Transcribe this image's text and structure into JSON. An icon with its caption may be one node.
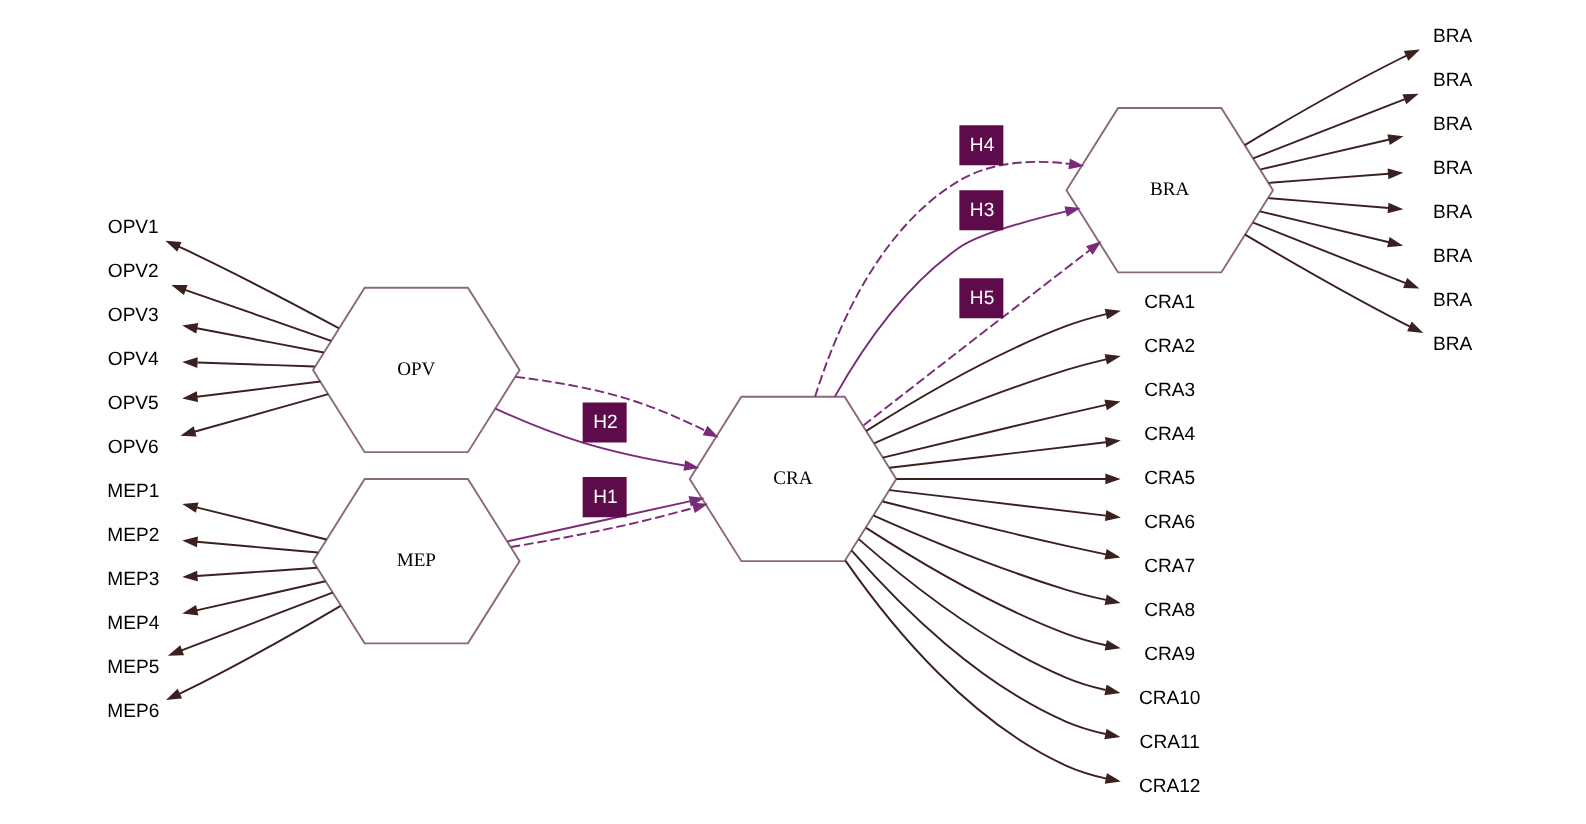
{
  "diagram": {
    "nodes": [
      {
        "text": [
          "MEP"
        ]
      },
      {
        "text": [
          "OPV"
        ]
      },
      {
        "text": [
          "CRA"
        ]
      },
      {
        "text": [
          "BRA"
        ]
      },
      {
        "text": [
          "MEP1"
        ]
      },
      {
        "text": [
          "MEP2"
        ]
      },
      {
        "text": [
          "MEP3"
        ]
      },
      {
        "text": [
          "MEP4"
        ]
      },
      {
        "text": [
          "MEP5"
        ]
      },
      {
        "text": [
          "MEP6"
        ]
      },
      {
        "text": [
          "OPV1"
        ]
      },
      {
        "text": [
          "OPV2"
        ]
      },
      {
        "text": [
          "OPV3"
        ]
      },
      {
        "text": [
          "OPV4"
        ]
      },
      {
        "text": [
          "OPV5"
        ]
      },
      {
        "text": [
          "OPV6"
        ]
      },
      {
        "text": [
          "CRA1"
        ]
      },
      {
        "text": [
          "CRA2"
        ]
      },
      {
        "text": [
          "CRA3"
        ]
      },
      {
        "text": [
          "CRA4"
        ]
      },
      {
        "text": [
          "CRA5"
        ]
      },
      {
        "text": [
          "CRA6"
        ]
      },
      {
        "text": [
          "CRA7"
        ]
      },
      {
        "text": [
          "CRA8"
        ]
      },
      {
        "text": [
          "CRA9"
        ]
      },
      {
        "text": [
          "CRA10"
        ]
      },
      {
        "text": [
          "CRA11"
        ]
      },
      {
        "text": [
          "CRA12"
        ]
      },
      {
        "text": [
          "BRA"
        ]
      },
      {
        "text": [
          "BRA"
        ]
      },
      {
        "text": [
          "BRA"
        ]
      },
      {
        "text": [
          "BRA"
        ]
      },
      {
        "text": [
          "BRA"
        ]
      },
      {
        "text": [
          "BRA"
        ]
      },
      {
        "text": [
          "BRA"
        ]
      },
      {
        "text": [
          "BRA"
        ]
      }
    ],
    "edges": [
      {
        "from": 0,
        "to": 2,
        "arrow": "to",
        "label": "H1",
        "color": "#7a2a78"
      },
      {
        "from": 0,
        "to": 2,
        "arrow": "to",
        "style": "dashed",
        "color": "#7a2a78"
      },
      {
        "from": 1,
        "to": 2,
        "arrow": "to",
        "style": "dashed",
        "color": "#7a2a78"
      },
      {
        "from": 1,
        "to": 2,
        "arrow": "to",
        "label": "H2",
        "color": "#7a2a78"
      },
      {
        "from": 2,
        "to": 3,
        "arrow": "to",
        "label": "H4",
        "style": "dashed",
        "color": "#7a2a78"
      },
      {
        "from": 2,
        "to": 3,
        "arrow": "to",
        "label": "H3",
        "color": "#7a2a78"
      },
      {
        "from": 2,
        "to": 3,
        "arrow": "to",
        "label": "H5",
        "style": "dashed",
        "color": "#7a2a78"
      },
      {
        "from": 0,
        "to": 4,
        "arrow": "to"
      },
      {
        "from": 0,
        "to": 5,
        "arrow": "to"
      },
      {
        "from": 0,
        "to": 6,
        "arrow": "to"
      },
      {
        "from": 0,
        "to": 7,
        "arrow": "to"
      },
      {
        "from": 0,
        "to": 8,
        "arrow": "to"
      },
      {
        "from": 0,
        "to": 9,
        "arrow": "to"
      },
      {
        "from": 1,
        "to": 10,
        "arrow": "to"
      },
      {
        "from": 1,
        "to": 11,
        "arrow": "to"
      },
      {
        "from": 1,
        "to": 12,
        "arrow": "to"
      },
      {
        "from": 1,
        "to": 13,
        "arrow": "to"
      },
      {
        "from": 1,
        "to": 14,
        "arrow": "to"
      },
      {
        "from": 1,
        "to": 15,
        "arrow": "to"
      },
      {
        "from": 2,
        "to": 16,
        "arrow": "to"
      },
      {
        "from": 2,
        "to": 17,
        "arrow": "to"
      },
      {
        "from": 2,
        "to": 18,
        "arrow": "to"
      },
      {
        "from": 2,
        "to": 19,
        "arrow": "to"
      },
      {
        "from": 2,
        "to": 20,
        "arrow": "to"
      },
      {
        "from": 2,
        "to": 21,
        "arrow": "to"
      },
      {
        "from": 2,
        "to": 22,
        "arrow": "to"
      },
      {
        "from": 2,
        "to": 23,
        "arrow": "to"
      },
      {
        "from": 2,
        "to": 24,
        "arrow": "to"
      },
      {
        "from": 2,
        "to": 25,
        "arrow": "to"
      },
      {
        "from": 2,
        "to": 26,
        "arrow": "to"
      },
      {
        "from": 2,
        "to": 27,
        "arrow": "to"
      },
      {
        "from": 3,
        "to": 28,
        "arrow": "to"
      },
      {
        "from": 3,
        "to": 29,
        "arrow": "to"
      },
      {
        "from": 3,
        "to": 30,
        "arrow": "to"
      },
      {
        "from": 3,
        "to": 31,
        "arrow": "to"
      },
      {
        "from": 3,
        "to": 32,
        "arrow": "to"
      },
      {
        "from": 3,
        "to": 33,
        "arrow": "to"
      },
      {
        "from": 3,
        "to": 34,
        "arrow": "to"
      },
      {
        "from": 3,
        "to": 35,
        "arrow": "to"
      }
    ]
  }
}
